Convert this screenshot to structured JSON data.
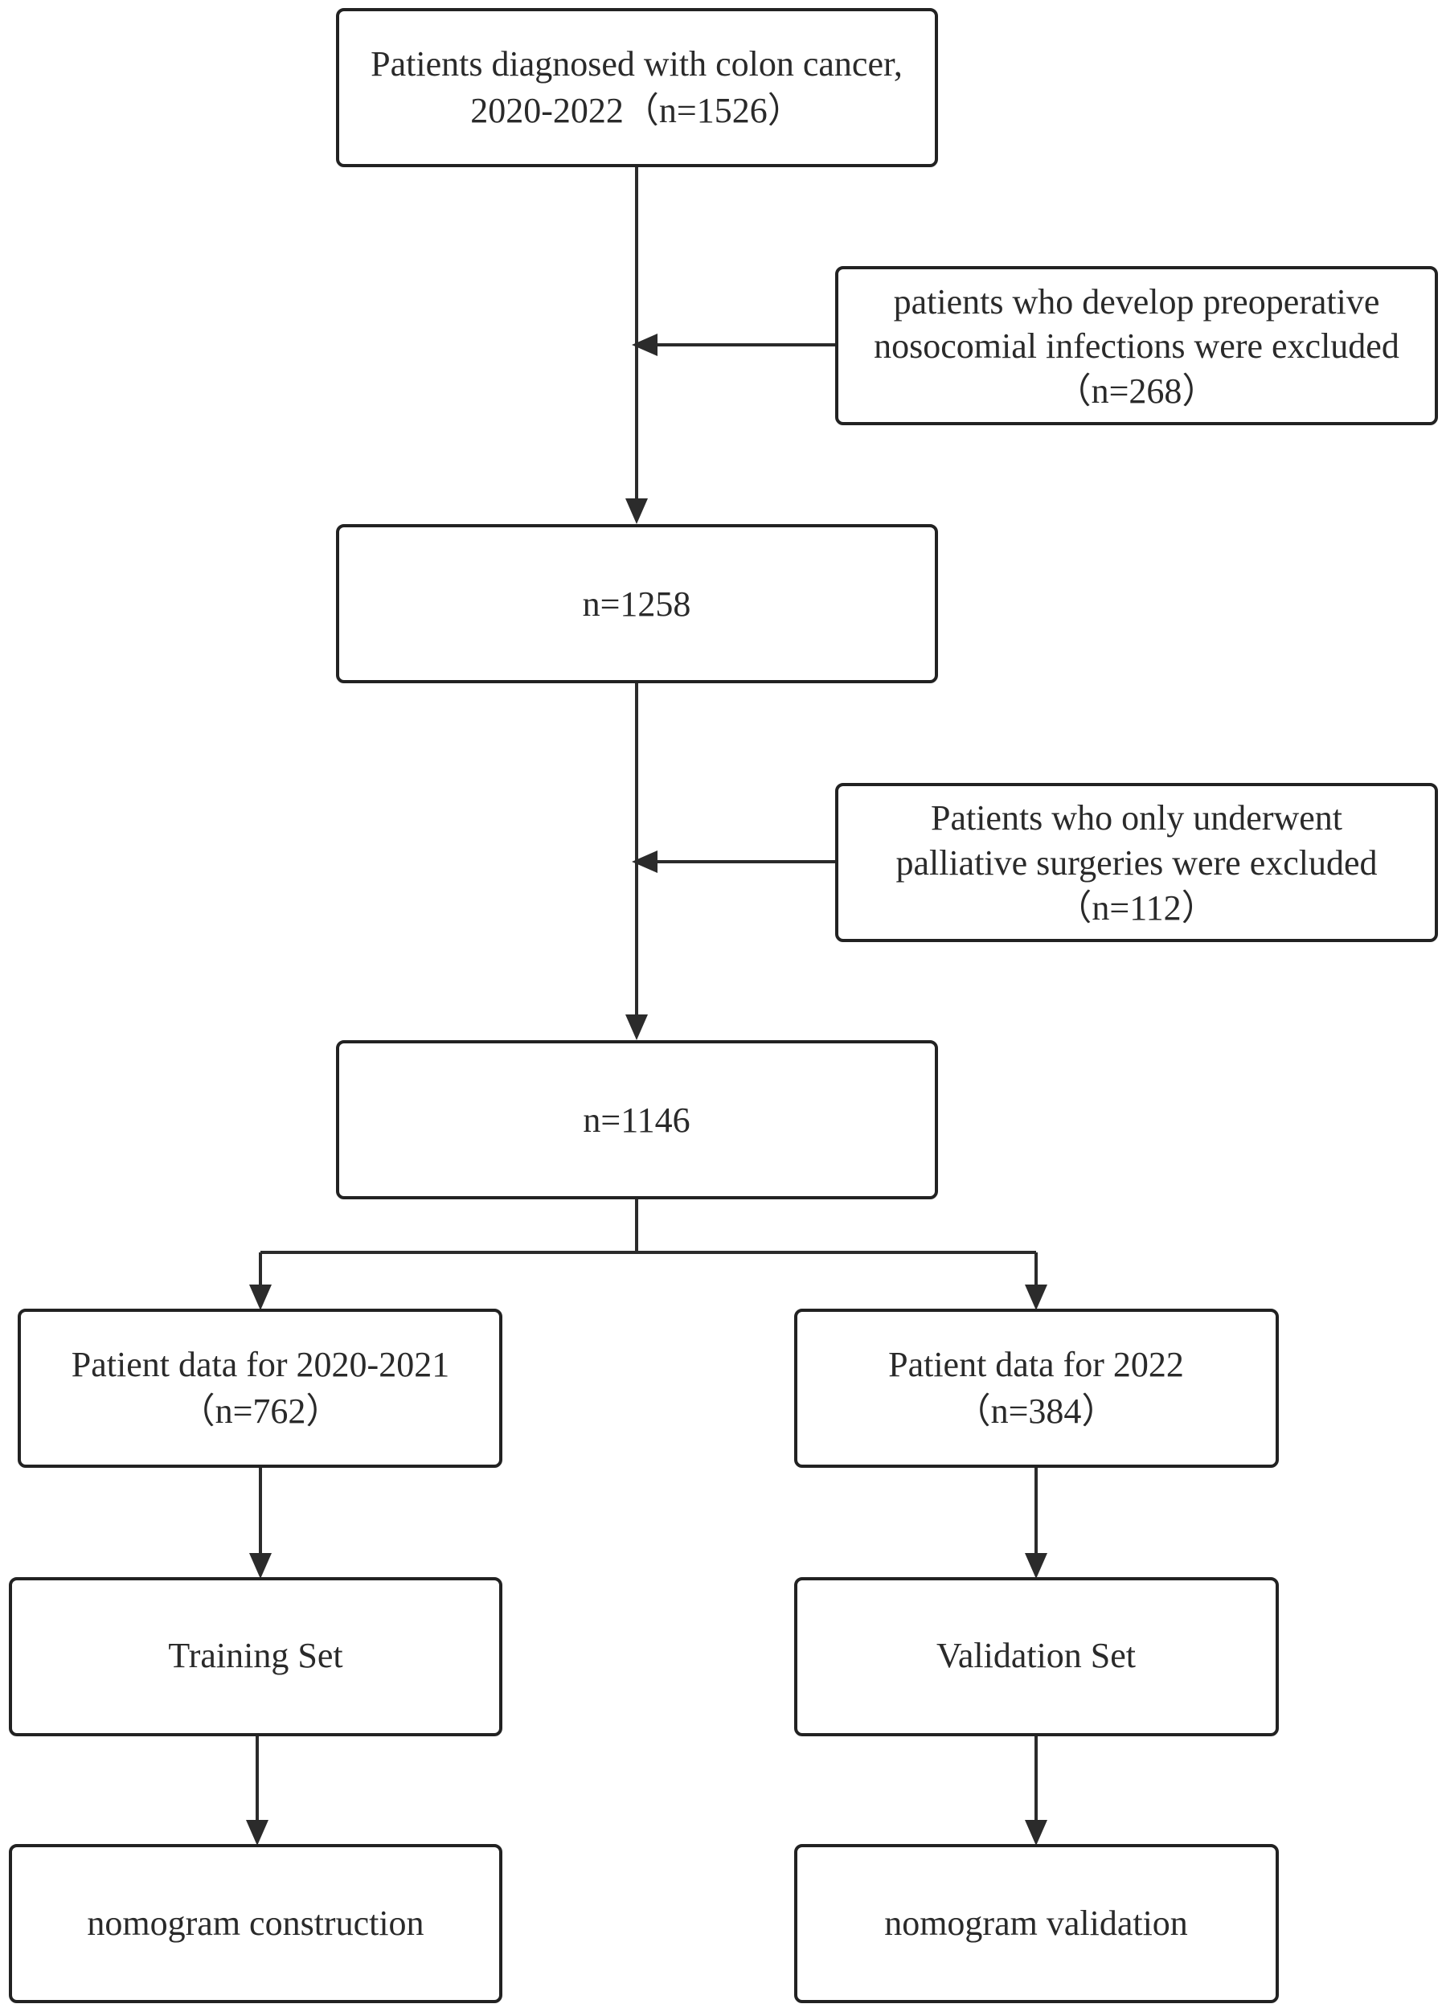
{
  "flowchart": {
    "boxes": {
      "start": {
        "lines": [
          "Patients diagnosed with colon cancer,",
          "2020-2022（n=1526）"
        ]
      },
      "exclude_infection": {
        "lines": [
          "patients who develop preoperative",
          "nosocomial infections were excluded",
          "（n=268）"
        ]
      },
      "after_infection": {
        "lines": [
          "n=1258"
        ]
      },
      "exclude_palliative": {
        "lines": [
          "Patients who only underwent",
          "palliative surgeries were excluded",
          "（n=112）"
        ]
      },
      "after_palliative": {
        "lines": [
          "n=1146"
        ]
      },
      "data_2020_2021": {
        "lines": [
          "Patient data for 2020-2021",
          "（n=762）"
        ]
      },
      "data_2022": {
        "lines": [
          "Patient data for 2022",
          "（n=384）"
        ]
      },
      "training_set": {
        "lines": [
          "Training Set"
        ]
      },
      "validation_set": {
        "lines": [
          "Validation Set"
        ]
      },
      "nomogram_construction": {
        "lines": [
          "nomogram construction"
        ]
      },
      "nomogram_validation": {
        "lines": [
          "nomogram validation"
        ]
      }
    }
  }
}
